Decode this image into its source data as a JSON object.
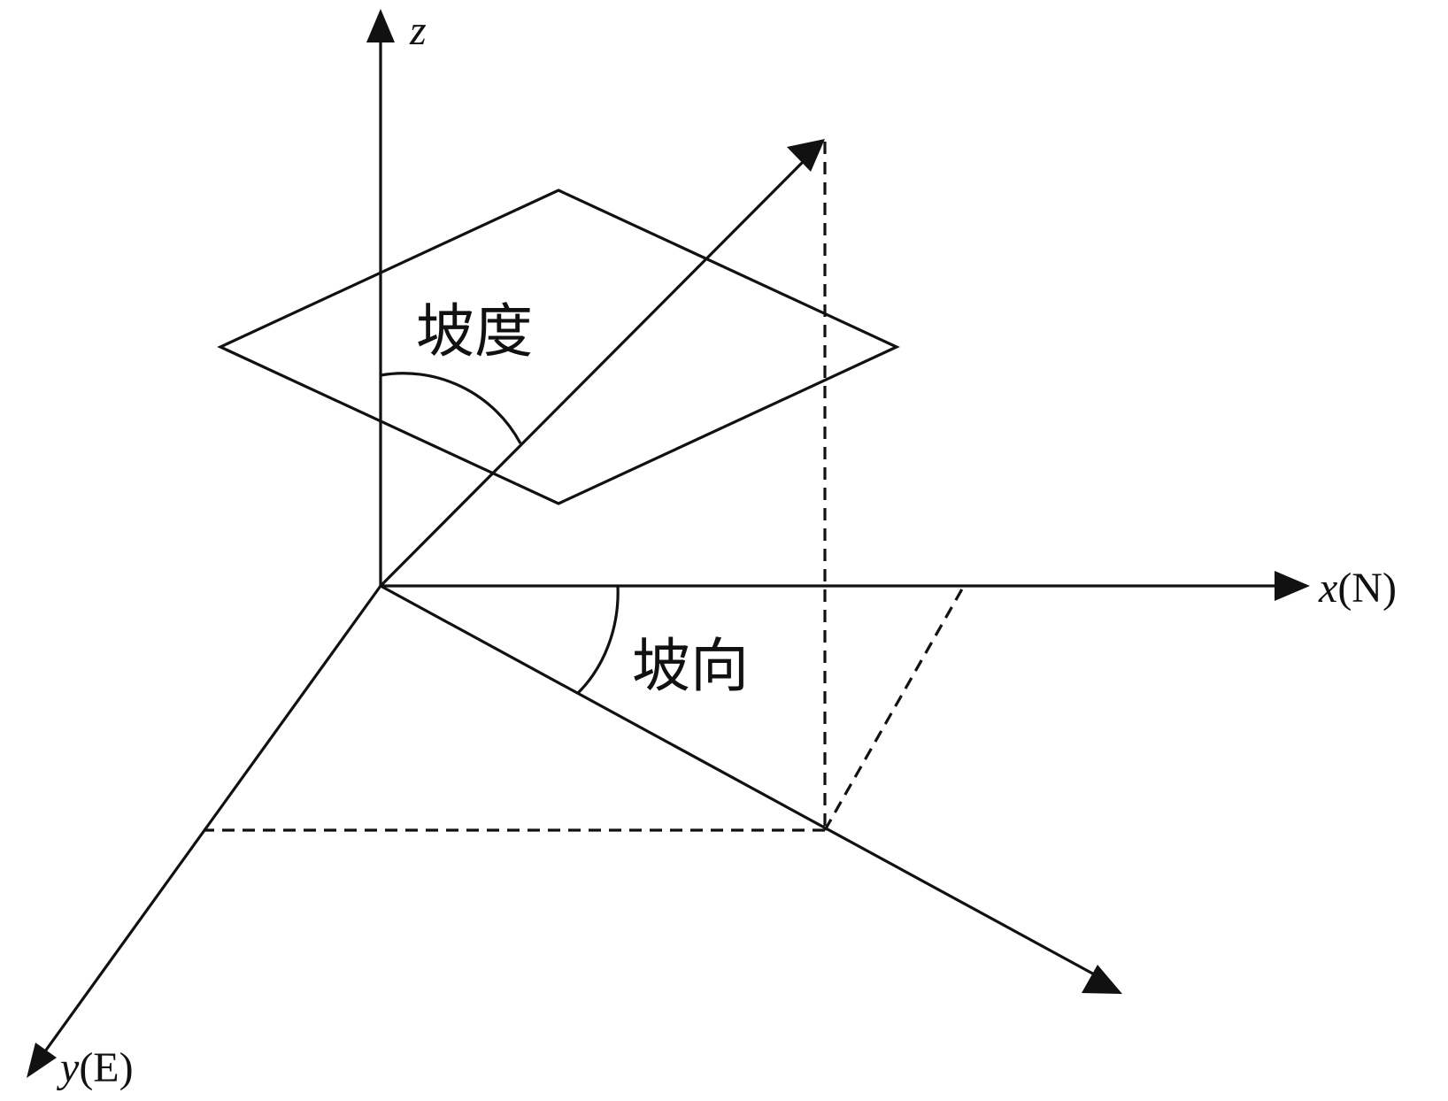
{
  "axes": {
    "z": {
      "var": "z",
      "suffix": ""
    },
    "x": {
      "var": "x",
      "suffix": "(N)"
    },
    "y": {
      "var": "y",
      "suffix": "(E)"
    }
  },
  "labels": {
    "slope": "坡度",
    "aspect": "坡向"
  },
  "colors": {
    "ink": "#111111",
    "background": "#ffffff"
  }
}
